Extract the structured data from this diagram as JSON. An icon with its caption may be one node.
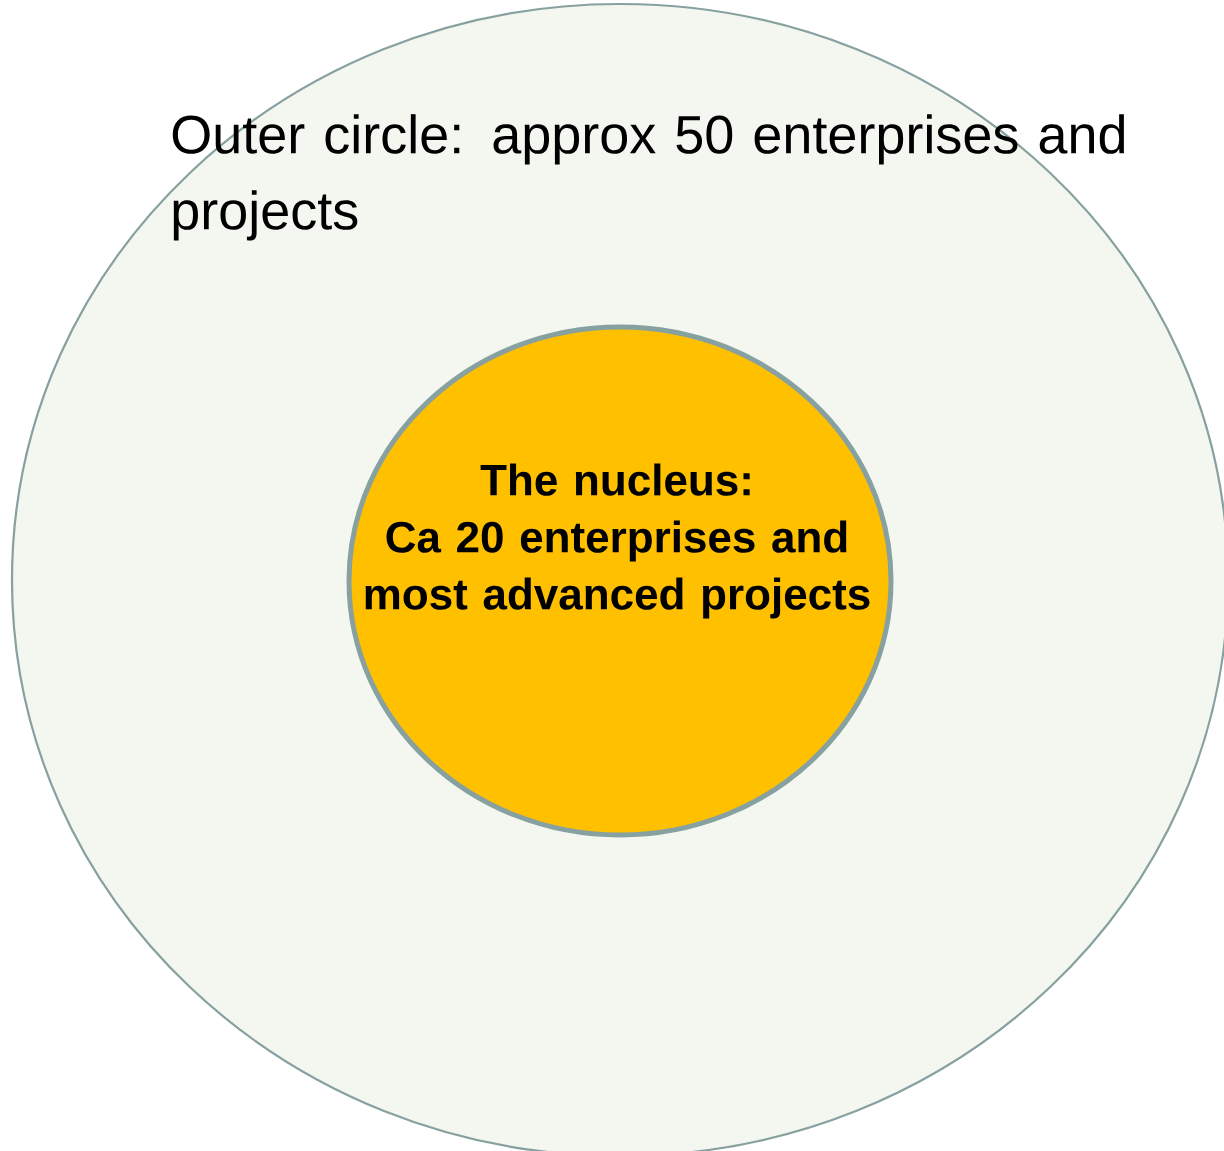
{
  "diagram": {
    "nodes": [
      {
        "text": [
          "Outer circle: approx 50 enterprises and projects"
        ]
      },
      {
        "text": [
          "The nucleus:",
          "Ca 20 enterprises and most advanced projects"
        ],
        "in": 0
      }
    ]
  }
}
